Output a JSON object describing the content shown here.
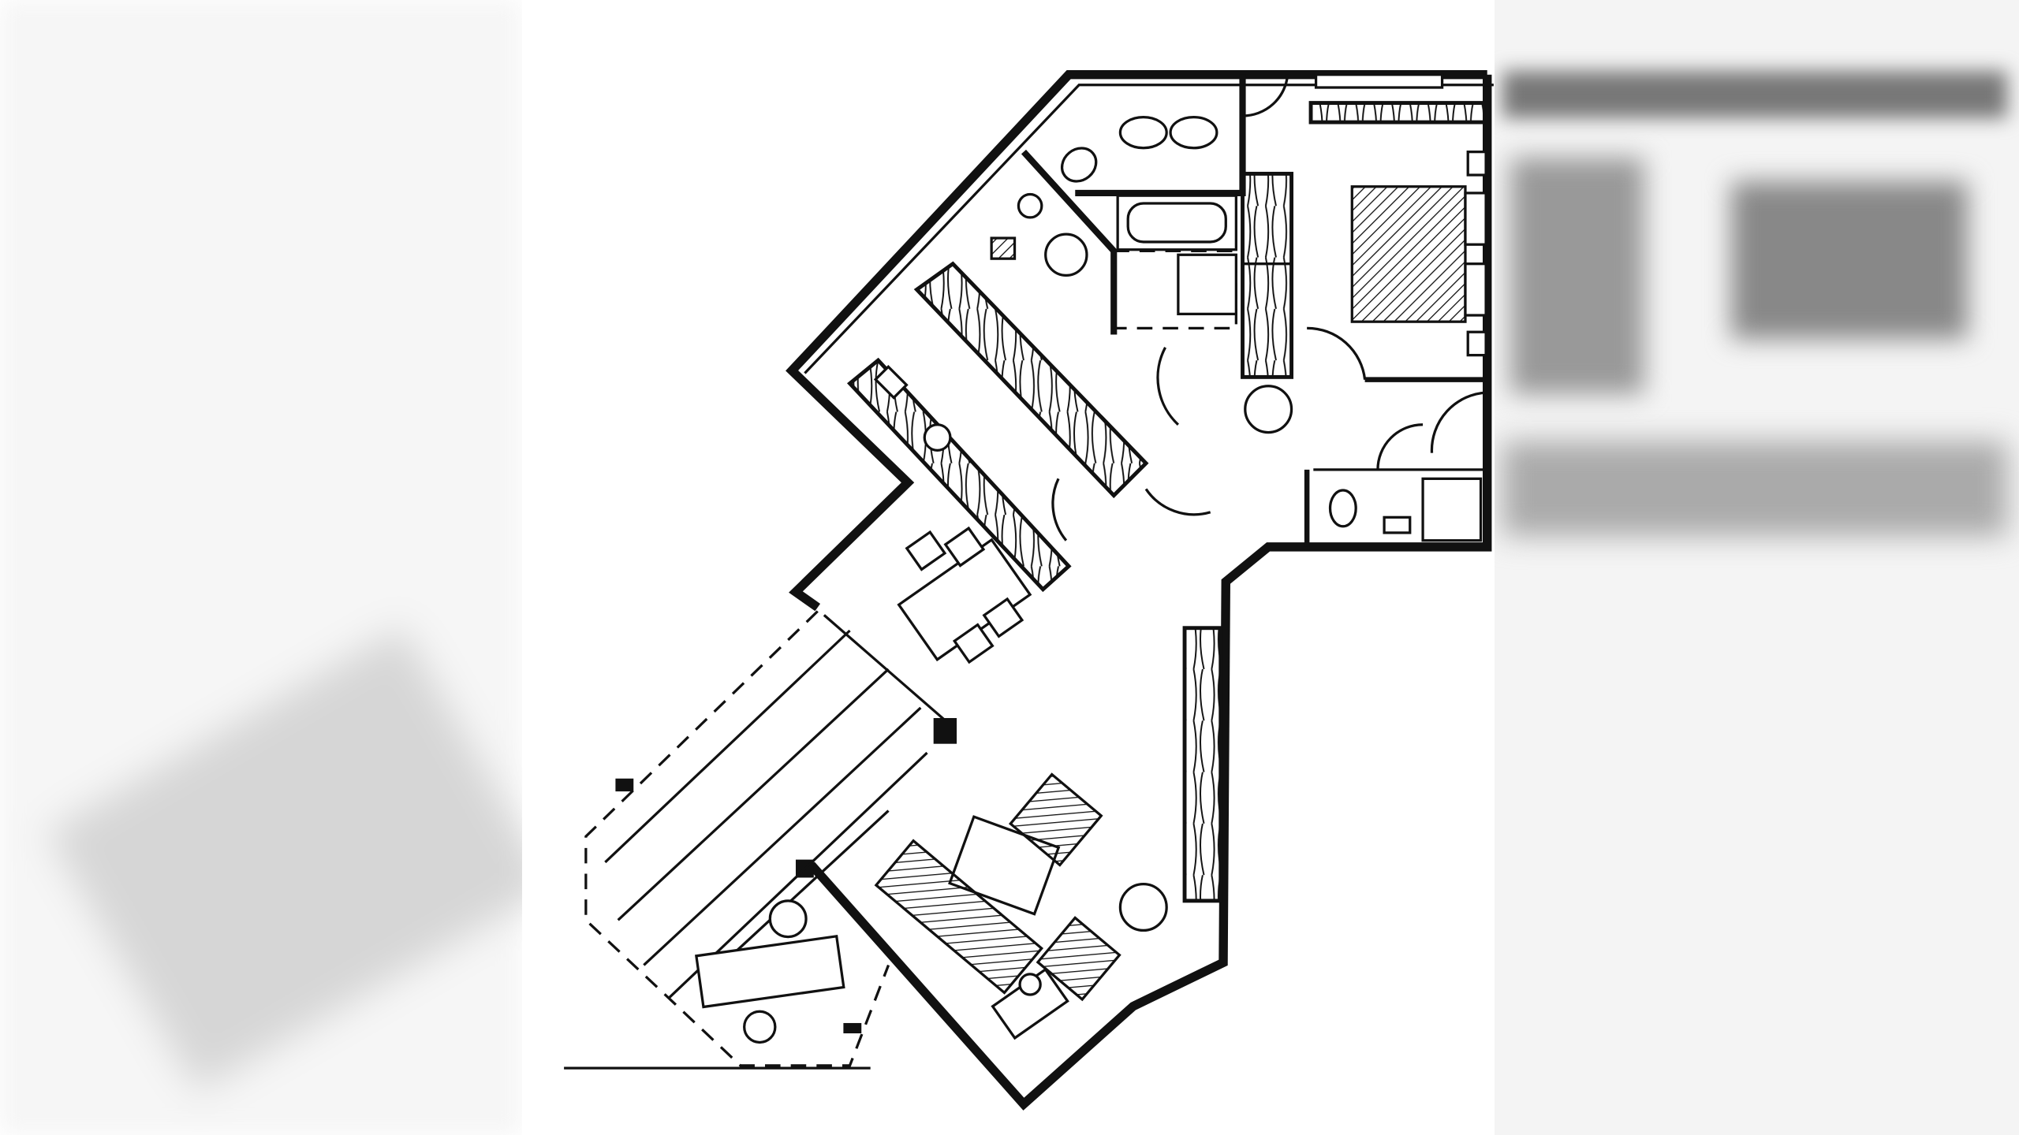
{
  "image": {
    "subject": "floor-plan",
    "rooms": [
      "bathroom",
      "bedroom",
      "kitchen",
      "dining",
      "living-room",
      "wc",
      "hall",
      "balcony"
    ],
    "colors": {
      "ink": "#111111",
      "paper": "#ffffff",
      "background-blur": "#e0e0e0"
    }
  }
}
